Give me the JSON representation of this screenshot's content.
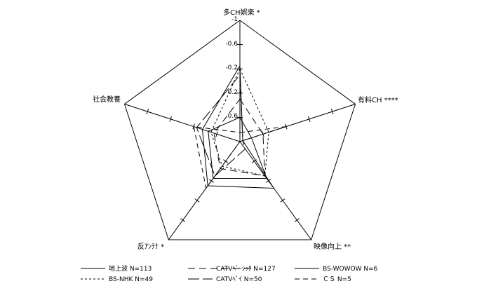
{
  "chart_data": {
    "type": "radar",
    "axes": [
      {
        "label": "多CH娯楽 *"
      },
      {
        "label": "有料CH ****"
      },
      {
        "label": "映像向上 **"
      },
      {
        "label": "反ｱﾝﾃﾅ *"
      },
      {
        "label": "社会教養"
      }
    ],
    "range": [
      -1,
      1
    ],
    "tick_labels": [
      "-1",
      "-0.6",
      "-0.2",
      "0.2",
      "0.6"
    ],
    "series": [
      {
        "name": "地上波 N=113",
        "dash": "",
        "values": [
          0.6,
          0.8,
          0.25,
          0.25,
          0.45
        ]
      },
      {
        "name": "CATVﾍﾞｰｼｯｸ N=127",
        "dash": "10,6",
        "values": [
          0.3,
          0.6,
          0.3,
          0.45,
          0.55
        ]
      },
      {
        "name": "BS-WOWOW N=6",
        "dash": "",
        "values": [
          -0.25,
          0.95,
          0.05,
          0.1,
          0.35
        ]
      },
      {
        "name": "BS-NHK N=49",
        "dash": "3,3",
        "values": [
          -0.2,
          0.5,
          0.3,
          0.5,
          0.5
        ]
      },
      {
        "name": "CATVﾍﾟｲ N=50",
        "dash": "16,5",
        "values": [
          -0.1,
          0.95,
          0.85,
          0.3,
          0.25
        ]
      },
      {
        "name": "ＣＳ N=5",
        "dash": "7,5",
        "values": [
          0.85,
          0.2,
          1.0,
          0.05,
          0.2
        ]
      }
    ],
    "grid": false,
    "legend_position": "bottom"
  }
}
